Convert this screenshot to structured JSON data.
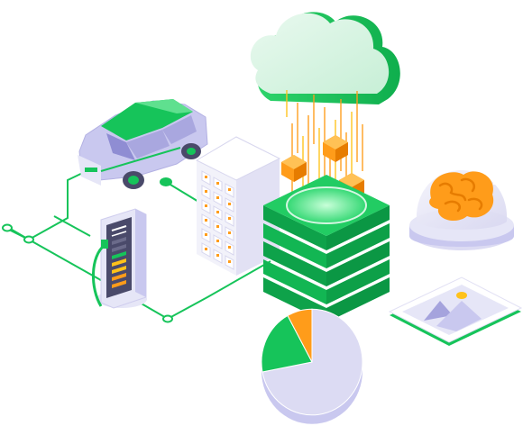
{
  "colors": {
    "green_primary": "#16c45a",
    "green_dark": "#0b9a45",
    "green_light": "#7fe59f",
    "lavender": "#c9c8ef",
    "lavender_light": "#e6e6f7",
    "lavender_dark": "#a5a3dd",
    "orange": "#ff9c1a",
    "orange_dark": "#e67c00",
    "yellow": "#ffc21a",
    "white": "#ffffff",
    "outline": "#d7d6ee"
  },
  "icons": {
    "car": "car-icon",
    "charger": "ev-charger-icon",
    "building": "building-icon",
    "cloud": "cloud-icon",
    "server": "server-stack-icon",
    "brain": "brain-in-dome-icon",
    "image": "image-card-icon",
    "pie": "pie-chart-icon"
  },
  "pie_chart": {
    "segments": [
      {
        "value": 0.72,
        "color": "#dcdbf3"
      },
      {
        "value": 0.2,
        "color": "#16c45a"
      },
      {
        "value": 0.08,
        "color": "#ff9c1a"
      }
    ]
  },
  "charger": {
    "level_fraction": 0.7
  }
}
